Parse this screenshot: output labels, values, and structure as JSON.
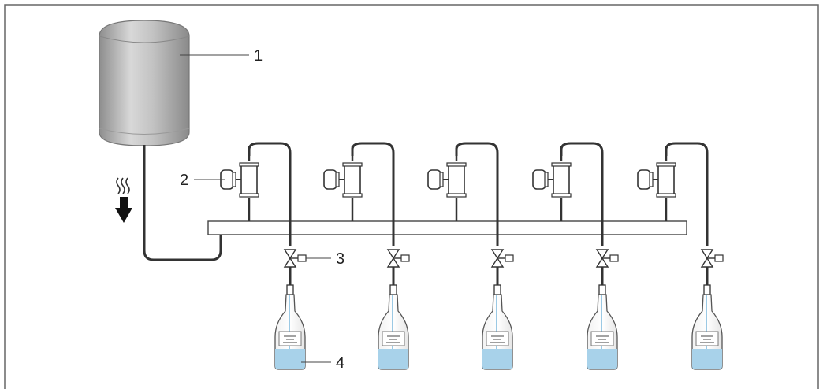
{
  "callouts": [
    {
      "id": "1",
      "label": "1"
    },
    {
      "id": "2",
      "label": "2"
    },
    {
      "id": "3",
      "label": "3"
    },
    {
      "id": "4",
      "label": "4"
    }
  ],
  "stations": [
    {
      "index": 1
    },
    {
      "index": 2
    },
    {
      "index": 3
    },
    {
      "index": 4
    },
    {
      "index": 5
    }
  ],
  "colors": {
    "frame": "#666666",
    "pipe": "#333333",
    "liquid": "#a8d2ea",
    "tank": "#a9a9a9"
  },
  "icons": {
    "heat": "heat-waves-icon",
    "flow": "flow-down-arrow-icon"
  }
}
